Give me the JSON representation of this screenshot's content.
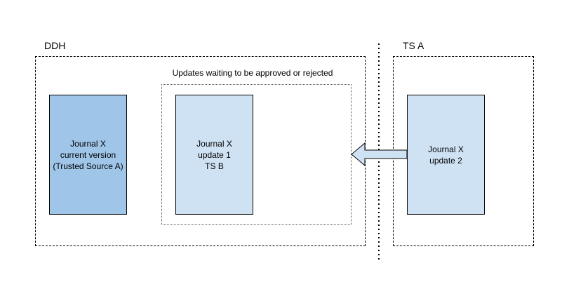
{
  "groups": {
    "ddh": {
      "label": "DDH"
    },
    "ts_a": {
      "label": "TS A"
    }
  },
  "pending_area": {
    "label": "Updates waiting to be approved or rejected"
  },
  "documents": {
    "current": {
      "lines": [
        "Journal X",
        "current version",
        "(Trusted Source A)"
      ],
      "fill": "#9fc5e8"
    },
    "update1": {
      "lines": [
        "Journal X",
        "update 1",
        "TS B"
      ],
      "fill": "#cfe2f3"
    },
    "update2": {
      "lines": [
        "Journal X",
        "update 2"
      ],
      "fill": "#cfe2f3"
    }
  },
  "arrow": {
    "fill": "#cfe2f3",
    "icon": "left-arrow-icon"
  }
}
